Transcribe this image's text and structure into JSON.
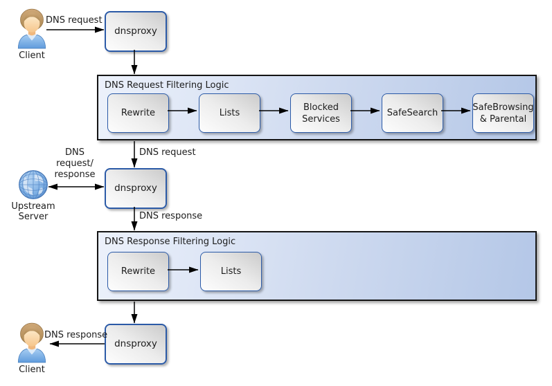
{
  "nodes": {
    "dnsproxy1": {
      "label": "dnsproxy"
    },
    "dnsproxy2": {
      "label": "dnsproxy"
    },
    "dnsproxy3": {
      "label": "dnsproxy"
    }
  },
  "actors": {
    "client_top": {
      "label": "Client"
    },
    "upstream": {
      "label": "Upstream\nServer"
    },
    "client_bottom": {
      "label": "Client"
    }
  },
  "containers": {
    "request": {
      "title": "DNS Request Filtering Logic",
      "steps": [
        "Rewrite",
        "Lists",
        "Blocked\nServices",
        "SafeSearch",
        "SafeBrowsing\n& Parental"
      ]
    },
    "response": {
      "title": "DNS Response Filtering Logic",
      "steps": [
        "Rewrite",
        "Lists"
      ]
    }
  },
  "edges": {
    "client_request": "DNS request",
    "filtered_request": "DNS request",
    "upstream_exchange": "DNS\nrequest/\nresponse",
    "proxy_response": "DNS response",
    "client_response": "DNS response"
  },
  "colors": {
    "node_border": "#2b5aa7",
    "node_fill_light": "#fdfdfd",
    "node_fill_dark": "#cbcbcb",
    "container_border": "#141414",
    "container_fill_left": "#ecf1fb",
    "container_fill_right": "#b4c7e7",
    "arrow": "#000000",
    "hair": "#bf9463",
    "face": "#fcdcae",
    "shirt": "#7fb3e8",
    "globe": "#6fa3d8"
  }
}
